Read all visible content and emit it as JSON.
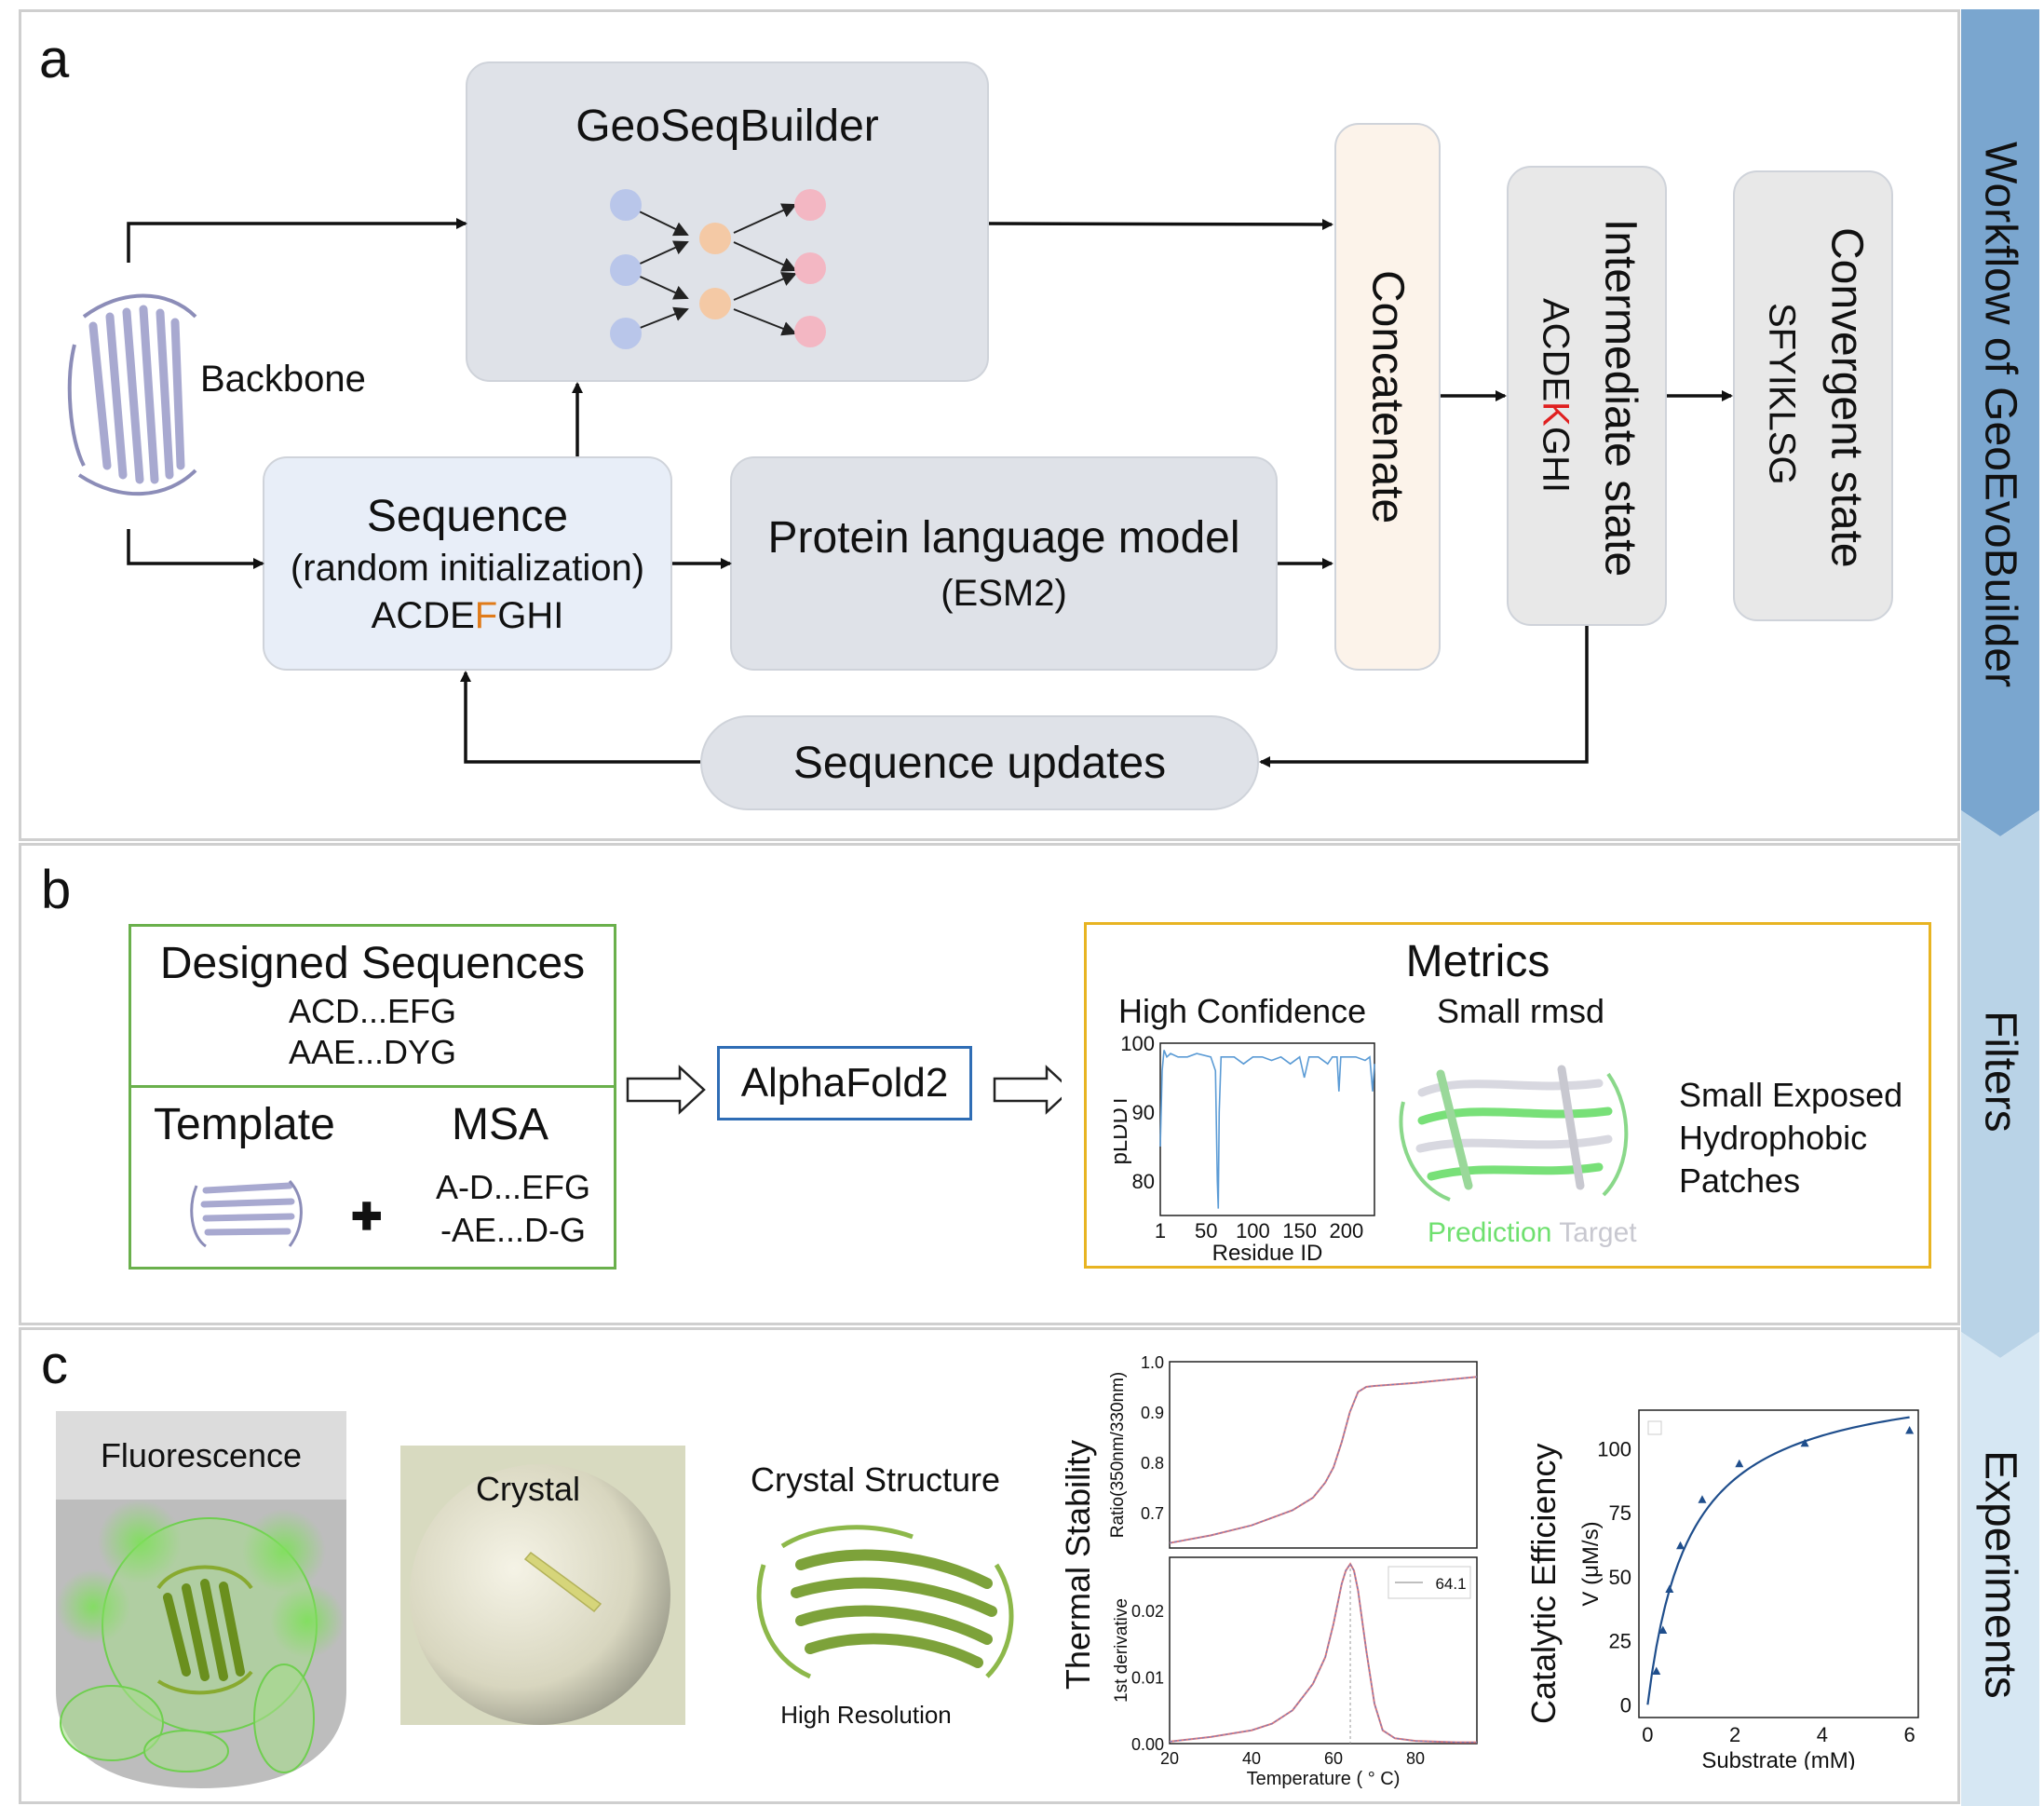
{
  "side": {
    "workflow": "Workflow of GeoEvoBuilder",
    "filters": "Filters",
    "experiments": "Experiments",
    "colors": {
      "workflow": "#7aa6cf",
      "filters": "#b9d3e7",
      "experiments": "#d6e7f3"
    }
  },
  "panel_a": {
    "label": "a",
    "backbone": "Backbone",
    "geoseq": "GeoSeqBuilder",
    "sequence": {
      "title": "Sequence",
      "subtitle": "(random initialization)",
      "seq_prefix": "ACDE",
      "seq_highlight": "F",
      "seq_suffix": "GHI",
      "highlight_color": "#e07b1a"
    },
    "plm": {
      "title": "Protein language model",
      "subtitle": "(ESM2)"
    },
    "concatenate": "Concatenate",
    "intermediate": {
      "title": "Intermediate state",
      "seq_prefix": "ACDE",
      "seq_highlight": "K",
      "seq_suffix": "GHI",
      "highlight_color": "#e02020"
    },
    "convergent": {
      "title": "Convergent state",
      "seq": "SFYIKLSG"
    },
    "updates": "Sequence updates"
  },
  "panel_b": {
    "label": "b",
    "designed": {
      "title": "Designed Sequences",
      "seq1": "ACD...EFG",
      "seq2": "AAE...DYG"
    },
    "template": "Template",
    "plus": "✚",
    "msa": {
      "title": "MSA",
      "row1": "A-D...EFG",
      "row2": "-AE...D-G"
    },
    "alphafold": "AlphaFold2",
    "metrics": {
      "title": "Metrics",
      "high_conf": "High Confidence",
      "small_rmsd": "Small rmsd",
      "exposed": [
        "Small Exposed",
        "Hydrophobic",
        "Patches"
      ],
      "prediction": "Prediction",
      "target": "Target",
      "prediction_color": "#6ee06e",
      "target_color": "#c8c8d0"
    }
  },
  "panel_c": {
    "label": "c",
    "fluorescence": "Fluorescence",
    "crystal": "Crystal",
    "crystal_structure": "Crystal Structure",
    "high_resolution": "High Resolution",
    "thermal": "Thermal Stability",
    "catalytic": "Catalytic Efficiency"
  },
  "chart_data": [
    {
      "type": "line",
      "title": "",
      "xlabel": "Residue ID",
      "ylabel": "pLDDT",
      "xticks": [
        "1",
        "50",
        "100",
        "150",
        "200"
      ],
      "yticks": [
        "80",
        "90",
        "100"
      ],
      "xlim": [
        1,
        230
      ],
      "ylim": [
        75,
        100
      ],
      "x": [
        1,
        3,
        5,
        8,
        12,
        20,
        30,
        40,
        55,
        60,
        61,
        62,
        63,
        64,
        66,
        70,
        80,
        90,
        100,
        110,
        120,
        130,
        140,
        150,
        155,
        160,
        170,
        180,
        185,
        190,
        192,
        194,
        200,
        210,
        220,
        225,
        228,
        230
      ],
      "y": [
        85,
        96,
        99,
        98,
        98.5,
        98,
        98,
        98.5,
        98,
        96,
        88,
        80,
        76,
        90,
        98,
        98,
        98,
        97,
        98,
        98,
        97.5,
        98,
        97,
        98,
        95,
        98,
        98,
        97,
        98,
        98,
        93,
        98,
        98,
        98,
        97.5,
        98,
        93,
        97
      ],
      "series": [
        {
          "color": "#5b9bd5"
        }
      ]
    },
    {
      "type": "line",
      "title": "",
      "xlabel": "",
      "ylabel": "Ratio(350nm/330nm)",
      "yticks": [
        "0.7",
        "0.8",
        "0.9",
        "1.0"
      ],
      "xlim": [
        20,
        95
      ],
      "ylim": [
        0.63,
        1.0
      ],
      "x": [
        20,
        30,
        40,
        50,
        55,
        58,
        60,
        62,
        64,
        66,
        68,
        70,
        75,
        80,
        85,
        90,
        95
      ],
      "y": [
        0.64,
        0.655,
        0.675,
        0.705,
        0.73,
        0.76,
        0.79,
        0.84,
        0.9,
        0.94,
        0.95,
        0.952,
        0.955,
        0.958,
        0.962,
        0.966,
        0.97
      ]
    },
    {
      "type": "line",
      "title": "",
      "xlabel": "Temperature ( ° C)",
      "ylabel": "1st derivative",
      "xticks": [
        "20",
        "40",
        "60",
        "80"
      ],
      "yticks": [
        "0.00",
        "0.01",
        "0.02"
      ],
      "xlim": [
        20,
        95
      ],
      "ylim": [
        0,
        0.028
      ],
      "legend": "64.1",
      "x": [
        20,
        30,
        40,
        45,
        50,
        55,
        58,
        60,
        62,
        63,
        64.1,
        65,
        66,
        68,
        70,
        72,
        75,
        80,
        90,
        95
      ],
      "y": [
        0.0003,
        0.001,
        0.002,
        0.003,
        0.005,
        0.009,
        0.013,
        0.018,
        0.024,
        0.026,
        0.027,
        0.026,
        0.023,
        0.014,
        0.006,
        0.002,
        0.0008,
        0.0004,
        0.0002,
        0.0002
      ],
      "marker": 64.1
    },
    {
      "type": "scatter",
      "title": "",
      "xlabel": "Substrate (mM)",
      "ylabel": "V (μM/s)",
      "xticks": [
        "0",
        "2",
        "4",
        "6"
      ],
      "yticks": [
        "0",
        "25",
        "50",
        "75",
        "100"
      ],
      "xlim": [
        -0.2,
        6.2
      ],
      "ylim": [
        -5,
        115
      ],
      "points": {
        "x": [
          0.2,
          0.35,
          0.5,
          0.75,
          1.25,
          2.1,
          3.6,
          6.0
        ],
        "y": [
          13,
          29,
          45,
          62,
          80,
          94,
          102,
          107
        ]
      },
      "fit": {
        "vmax": 130,
        "km": 0.95
      },
      "color": "#1f4e8c"
    }
  ]
}
